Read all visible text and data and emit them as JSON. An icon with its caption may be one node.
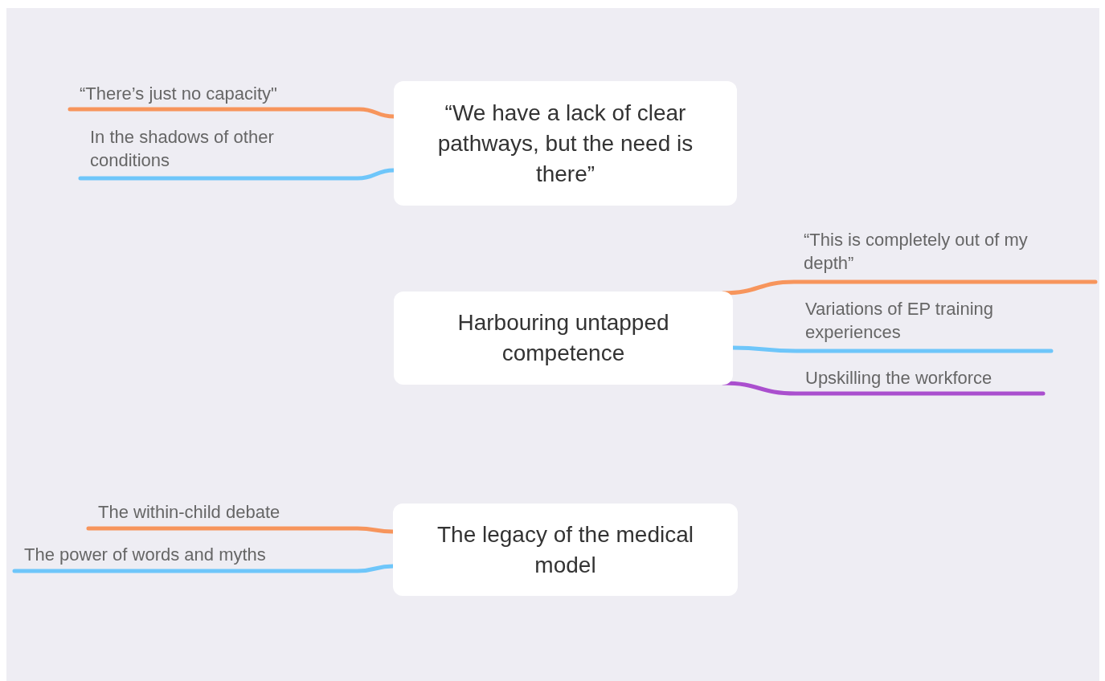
{
  "diagram": {
    "nodes": [
      {
        "text": [
          "“We have a lack of clear pathways, but the need is there”"
        ]
      },
      {
        "text": [
          "“There’s just no capacity\""
        ]
      },
      {
        "text": [
          "In the shadows of other conditions"
        ]
      },
      {
        "text": [
          "Harbouring untapped competence"
        ]
      },
      {
        "text": [
          "“This is completely out of my depth”"
        ]
      },
      {
        "text": [
          "Variations of EP training experiences"
        ]
      },
      {
        "text": [
          "Upskilling the workforce"
        ]
      },
      {
        "text": [
          "The legacy of the medical model"
        ]
      },
      {
        "text": [
          "The within-child debate"
        ]
      },
      {
        "text": [
          "The power of words and myths"
        ]
      }
    ],
    "edges": [
      {
        "from": 0,
        "to": 1,
        "arrow": "none",
        "color": "#f7955c"
      },
      {
        "from": 0,
        "to": 2,
        "arrow": "none",
        "color": "#6ec6fa"
      },
      {
        "from": 3,
        "to": 4,
        "arrow": "none",
        "color": "#f7955c"
      },
      {
        "from": 3,
        "to": 5,
        "arrow": "none",
        "color": "#6ec6fa"
      },
      {
        "from": 3,
        "to": 6,
        "arrow": "none",
        "color": "#aa4fce"
      },
      {
        "from": 7,
        "to": 8,
        "arrow": "none",
        "color": "#f7955c"
      },
      {
        "from": 7,
        "to": 9,
        "arrow": "none",
        "color": "#6ec6fa"
      }
    ]
  }
}
